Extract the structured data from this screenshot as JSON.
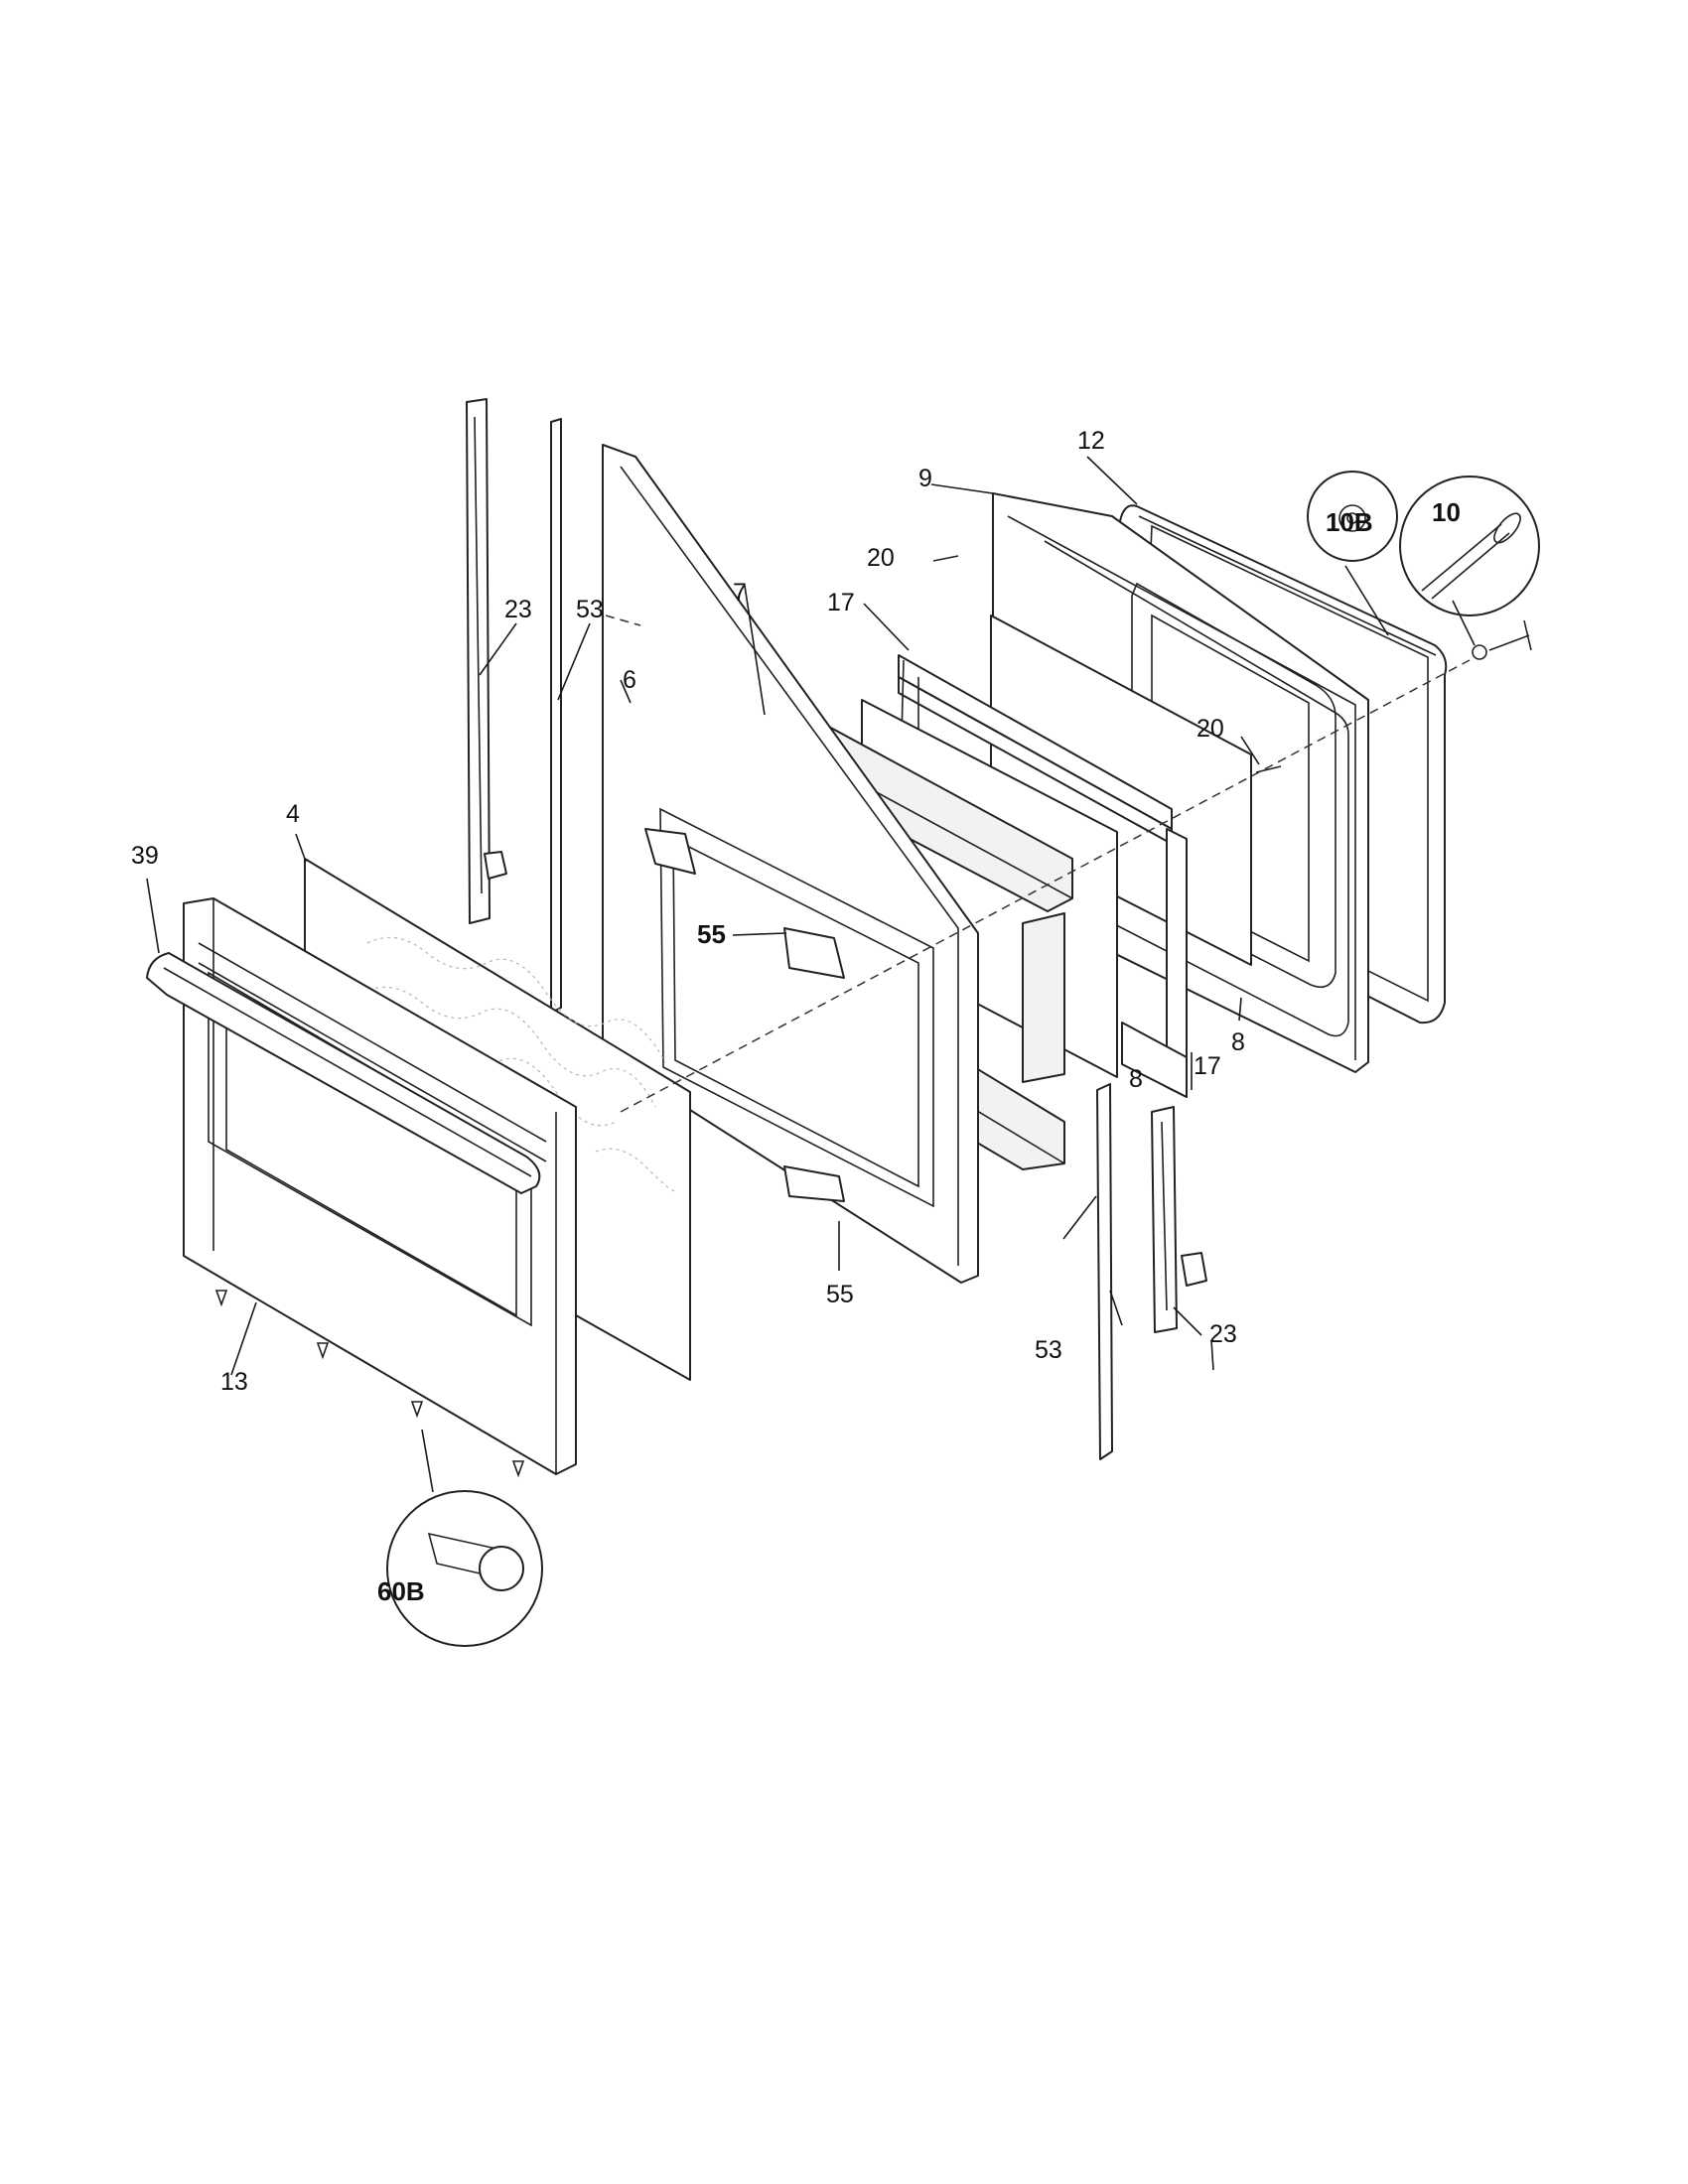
{
  "diagram": {
    "callouts": {
      "c39": "39",
      "c4": "4",
      "c13": "13",
      "c60b": "60B",
      "c23a": "23",
      "c53a": "53",
      "c6": "6",
      "c55a": "55",
      "c55b": "55",
      "c7": "7",
      "c17a": "17",
      "c17b": "17",
      "c9": "9",
      "c20a": "20",
      "c20b": "20",
      "c12": "12",
      "c10b": "10B",
      "c10": "10",
      "c8a": "8",
      "c8b": "8",
      "c53b": "53",
      "c23b": "23"
    }
  }
}
